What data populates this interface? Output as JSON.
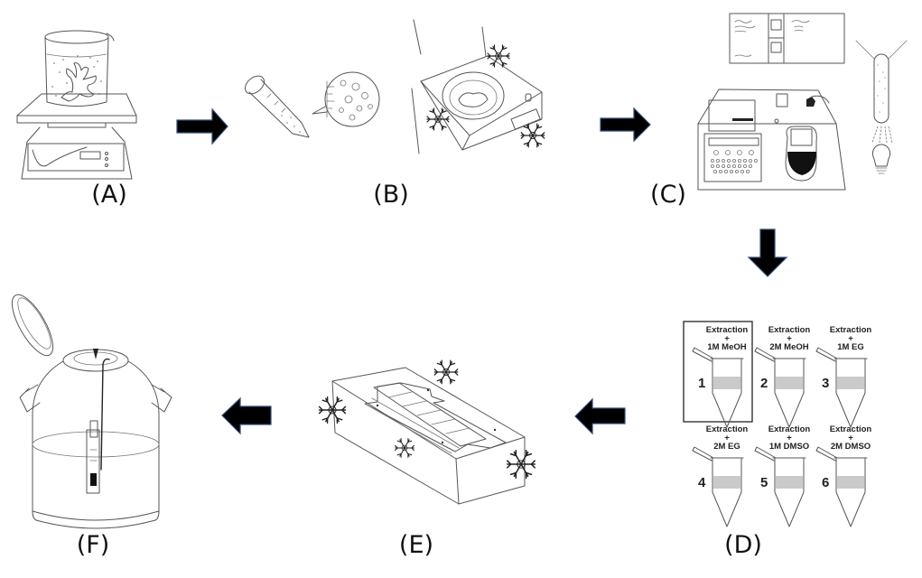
{
  "diagram": {
    "type": "process-flow",
    "flow_order": [
      "A",
      "B",
      "C",
      "D",
      "E",
      "F"
    ],
    "stages": [
      {
        "id": "A",
        "label": "(A)",
        "depicts": "beaker with coral fragments in liquid on a magnetic stirrer / hot plate"
      },
      {
        "id": "B",
        "label": "(B)",
        "depicts": "conical centrifuge tube with magnified cell suspension inset, refrigerated centrifuge with snowflakes"
      },
      {
        "id": "C",
        "label": "(C)",
        "depicts": "counting chamber card, automated cell counter instrument, tube held against a light bulb"
      },
      {
        "id": "D",
        "label": "(D)",
        "depicts": "six cryoprotectant treatment microtubes"
      },
      {
        "id": "E",
        "label": "(E)",
        "depicts": "cold block with straws on a rack, snowflakes"
      },
      {
        "id": "F",
        "label": "(F)",
        "depicts": "liquid nitrogen dewar with open lid and a submerged straw"
      }
    ],
    "arrows": [
      {
        "from": "A",
        "to": "B",
        "direction": "right"
      },
      {
        "from": "B",
        "to": "C",
        "direction": "right"
      },
      {
        "from": "C",
        "to": "D",
        "direction": "down"
      },
      {
        "from": "D",
        "to": "E",
        "direction": "left"
      },
      {
        "from": "E",
        "to": "F",
        "direction": "left"
      }
    ],
    "colors": {
      "arrow_fill": "#000000",
      "arrow_edge": "#2e4a78",
      "line_art": "#555555",
      "background": "#ffffff"
    }
  },
  "tubes": [
    {
      "number": "1",
      "line1": "Extraction",
      "line2": "+",
      "line3": "1M MeOH",
      "highlighted": true
    },
    {
      "number": "2",
      "line1": "Extraction",
      "line2": "+",
      "line3": "2M MeOH",
      "highlighted": false
    },
    {
      "number": "3",
      "line1": "Extraction",
      "line2": "+",
      "line3": "1M EG",
      "highlighted": false
    },
    {
      "number": "4",
      "line1": "Extraction",
      "line2": "+",
      "line3": "2M EG",
      "highlighted": false
    },
    {
      "number": "5",
      "line1": "Extraction",
      "line2": "+",
      "line3": "1M DMSO",
      "highlighted": false
    },
    {
      "number": "6",
      "line1": "Extraction",
      "line2": "+",
      "line3": "2M DMSO",
      "highlighted": false
    }
  ]
}
